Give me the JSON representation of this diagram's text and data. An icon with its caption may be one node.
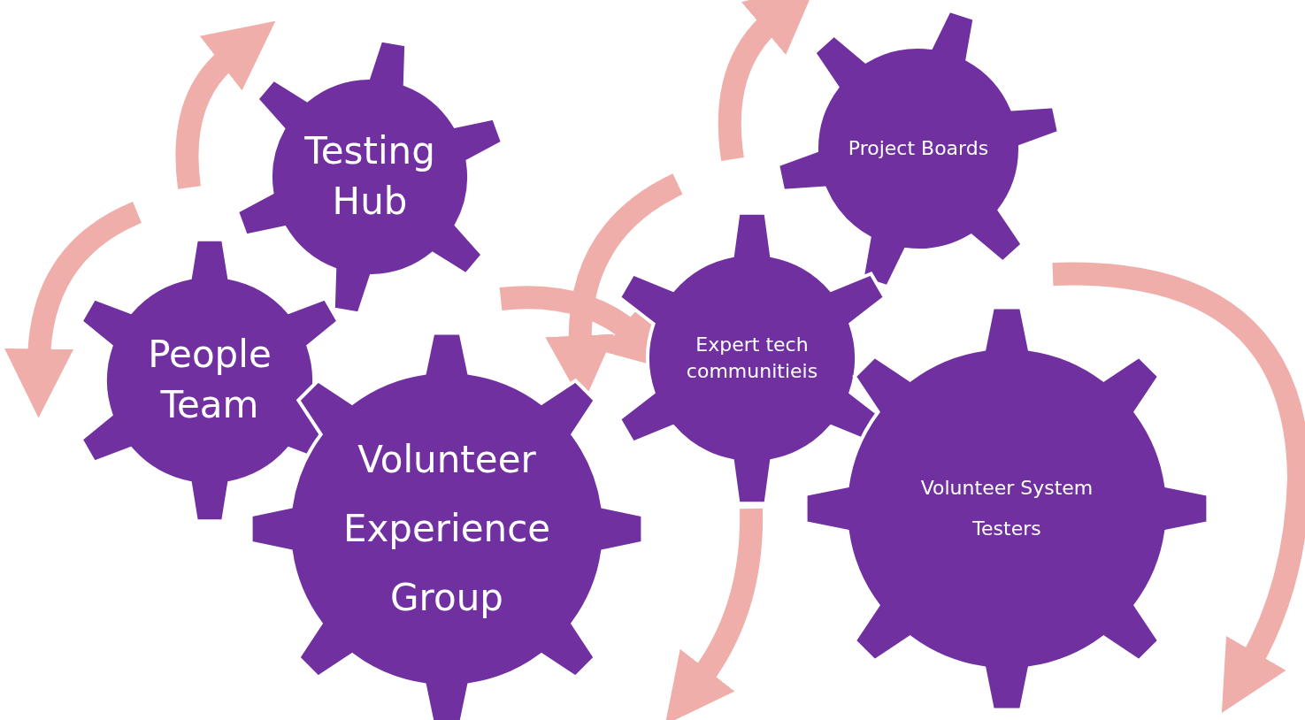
{
  "diagram": {
    "nodes": [
      {
        "text": [
          "Testing Hub"
        ]
      },
      {
        "text": [
          "People Team"
        ]
      },
      {
        "text": [
          "Volunteer Experience Group"
        ]
      },
      {
        "text": [
          "Project Boards"
        ]
      },
      {
        "text": [
          "Expert tech communitieis"
        ]
      },
      {
        "text": [
          "Volunteer System Testers"
        ]
      }
    ]
  }
}
